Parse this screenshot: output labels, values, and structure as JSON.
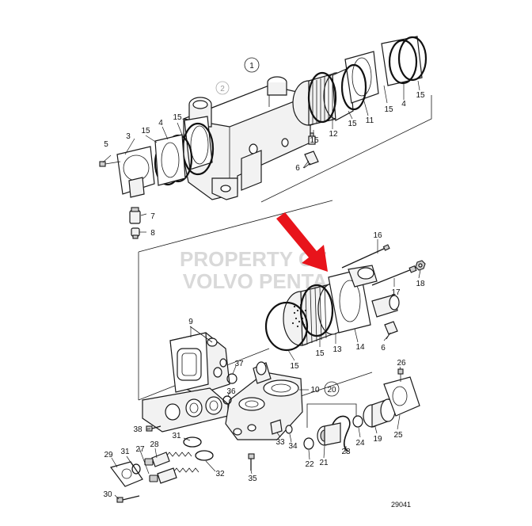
{
  "diagram": {
    "watermark": [
      "PROPERTY OF",
      "VOLVO PENTA"
    ],
    "figure_number": "29041",
    "circled_callouts": [
      "1",
      "2",
      "20"
    ],
    "callouts_upper": [
      "3",
      "4",
      "15",
      "5",
      "6",
      "7",
      "8",
      "4",
      "11",
      "12",
      "15",
      "15",
      "15"
    ],
    "callouts_right": [
      "4",
      "15"
    ],
    "callouts_middle": [
      "16",
      "17",
      "18",
      "9",
      "13",
      "14",
      "6",
      "15",
      "15"
    ],
    "callouts_lower": [
      "10",
      "37",
      "36",
      "26",
      "31",
      "38",
      "28",
      "27",
      "29",
      "31",
      "30",
      "32",
      "33",
      "34",
      "35",
      "22",
      "21",
      "23",
      "24",
      "19",
      "25"
    ],
    "arrow_color": "#e8141b"
  }
}
